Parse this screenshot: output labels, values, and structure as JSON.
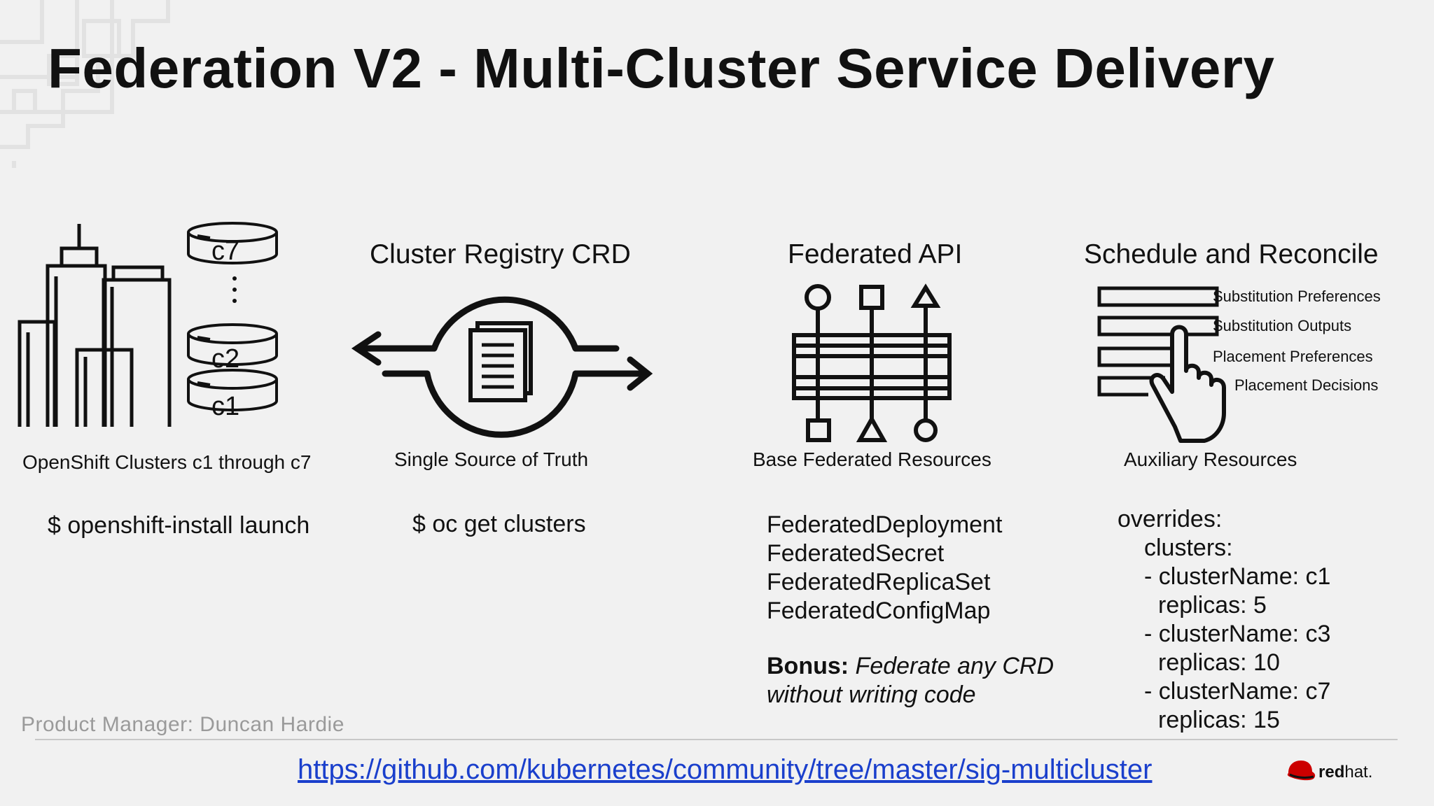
{
  "slide": {
    "title": "Federation V2 - Multi-Cluster Service Delivery",
    "footer_note": "Product Manager: Duncan Hardie",
    "link": "https://github.com/kubernetes/community/tree/master/sig-multicluster",
    "brand": {
      "bold": "red",
      "light": "hat."
    }
  },
  "columns": [
    {
      "heading": "",
      "icon": "city-buildings-icon",
      "cluster_labels": [
        "c7",
        "c2",
        "c1"
      ],
      "caption": "OpenShift Clusters c1 through c7",
      "command": "$ openshift-install launch"
    },
    {
      "heading": "Cluster Registry CRD",
      "icon": "registry-document-icon",
      "caption": "Single Source of Truth",
      "command": "$ oc get clusters"
    },
    {
      "heading": "Federated API",
      "icon": "federated-api-icon",
      "caption": "Base Federated Resources",
      "resources": [
        "FederatedDeployment",
        "FederatedSecret",
        "FederatedReplicaSet",
        "FederatedConfigMap"
      ],
      "bonus_label": "Bonus:",
      "bonus_text_1": "Federate any CRD",
      "bonus_text_2": "without writing code"
    },
    {
      "heading": "Schedule and Reconcile",
      "icon": "hand-pointer-list-icon",
      "list_labels": [
        "Substitution Preferences",
        "Substitution Outputs",
        "Placement Preferences",
        "Placement Decisions"
      ],
      "caption": "Auxiliary Resources",
      "overrides": [
        "overrides:",
        "clusters:",
        "- clusterName: c1",
        "replicas: 5",
        "- clusterName: c3",
        "replicas: 10",
        "- clusterName: c7",
        "replicas: 15"
      ]
    }
  ],
  "colors": {
    "link": "#1a3fcc",
    "brand_red": "#cc0000",
    "muted": "#9a9a9a"
  }
}
